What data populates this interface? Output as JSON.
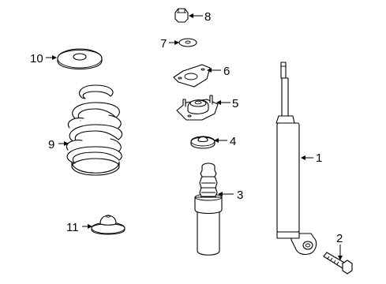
{
  "callouts": {
    "c1": "1",
    "c2": "2",
    "c3": "3",
    "c4": "4",
    "c5": "5",
    "c6": "6",
    "c7": "7",
    "c8": "8",
    "c9": "9",
    "c10": "10",
    "c11": "11"
  },
  "parts": {
    "p1": "shock-absorber",
    "p2": "bolt",
    "p3": "bump-stop-dust-boot",
    "p4": "spring-seat",
    "p5": "upper-mount",
    "p6": "mount-plate",
    "p7": "washer",
    "p8": "nut",
    "p9": "coil-spring",
    "p10": "upper-spring-insulator",
    "p11": "lower-spring-insulator"
  },
  "colors": {
    "line": "#000000",
    "background": "#ffffff"
  }
}
